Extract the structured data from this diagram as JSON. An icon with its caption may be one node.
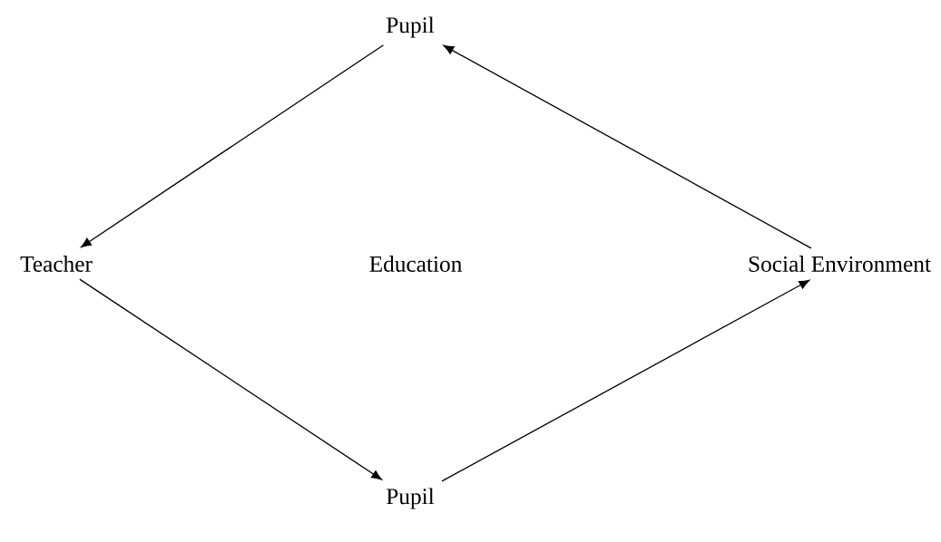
{
  "diagram": {
    "nodes": [
      {
        "text": [
          "Pupil"
        ]
      },
      {
        "text": [
          "Teacher"
        ]
      },
      {
        "text": [
          "Social Environment"
        ]
      },
      {
        "text": [
          "Pupil"
        ]
      }
    ],
    "edges": [
      {
        "from": 0,
        "to": 1,
        "arrow": "to"
      },
      {
        "from": 1,
        "to": 3,
        "arrow": "to"
      },
      {
        "from": 3,
        "to": 2,
        "arrow": "to"
      },
      {
        "from": 2,
        "to": 0,
        "arrow": "to"
      }
    ],
    "labels": [
      "Education"
    ]
  }
}
